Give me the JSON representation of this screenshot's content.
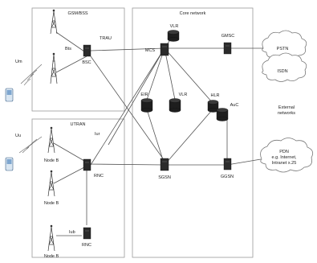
{
  "domains": {
    "gsm": "GSM/BSS",
    "utran": "UTRAN",
    "core": "Core network"
  },
  "nodes": {
    "bts": "Bts",
    "bsc": "BSC",
    "trau": "TRAU",
    "nodeb_1": "Node B",
    "nodeb_2": "Node B",
    "nodeb_3": "Node B",
    "rnc_top": "RNC",
    "rnc_bottom": "RNC",
    "msc": "MCS",
    "vlr_top": "VLR",
    "vlr_mid": "VLR",
    "eir": "EIR",
    "hlr": "HLR",
    "auc": "AuC",
    "gmsc": "GMSC",
    "sgsn": "SGSN",
    "ggsn": "GGSN"
  },
  "interfaces": {
    "um": "Um",
    "uu": "Uu",
    "iub": "Iub",
    "iur": "Iur"
  },
  "clouds": {
    "pstn": "PSTN",
    "isdn": "ISDN",
    "pdn_line1": "PDN",
    "pdn_line2": "e.g. Internet,",
    "pdn_line3": "Intranet x.25"
  },
  "external": {
    "line1": "External",
    "line2": "networks"
  }
}
